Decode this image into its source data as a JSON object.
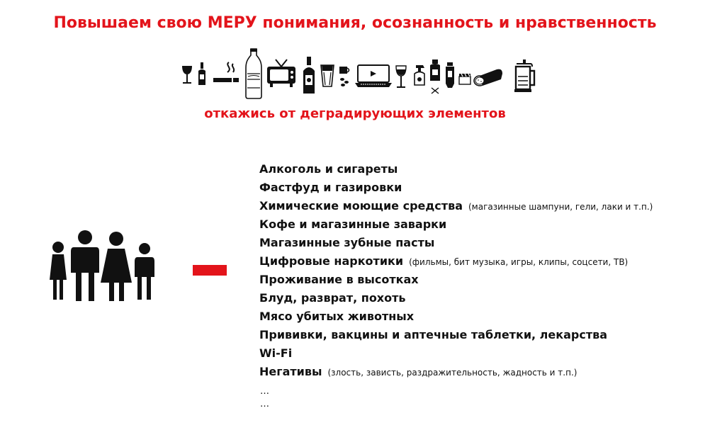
{
  "header": {
    "title": "Повышаем свою МЕРУ понимания, осознанность и нравственность",
    "subtitle": "откажись от деградирующих элементов",
    "accent_color": "#e3141b"
  },
  "icons": [
    "wine-glass-icon",
    "bottle-icon",
    "cigarette-icon",
    "soda-bottle-icon",
    "tv-icon",
    "beer-bottle-icon",
    "beer-glass-icon",
    "coffee-cup-icon",
    "laptop-icon",
    "wine-glass-icon",
    "spray-bottle-icon",
    "shampoo-bottle-icon",
    "toothpaste-icon",
    "clapperboard-icon",
    "sausage-icon",
    "french-press-icon"
  ],
  "list": {
    "items": [
      {
        "label": "Алкоголь и сигареты",
        "note": ""
      },
      {
        "label": "Фастфуд и газировки",
        "note": ""
      },
      {
        "label": "Химические моющие средства",
        "note": "(магазинные шампуни, гели, лаки и т.п.)"
      },
      {
        "label": "Кофе и магазинные заварки",
        "note": ""
      },
      {
        "label": "Магазинные зубные пасты",
        "note": ""
      },
      {
        "label": "Цифровые наркотики",
        "note": "(фильмы, бит музыка, игры, клипы, соцсети, ТВ)"
      },
      {
        "label": "Проживание в высотках",
        "note": ""
      },
      {
        "label": "Блуд, разврат, похоть",
        "note": ""
      },
      {
        "label": "Мясо убитых животных",
        "note": ""
      },
      {
        "label": "Прививки, вакцины и аптечные таблетки, лекарства",
        "note": ""
      },
      {
        "label": "Wi-Fi",
        "note": ""
      },
      {
        "label": "Негативы",
        "note": "(злость, зависть, раздражительность, жадность и т.п.)"
      }
    ],
    "ellipsis": [
      "…",
      "…"
    ]
  }
}
